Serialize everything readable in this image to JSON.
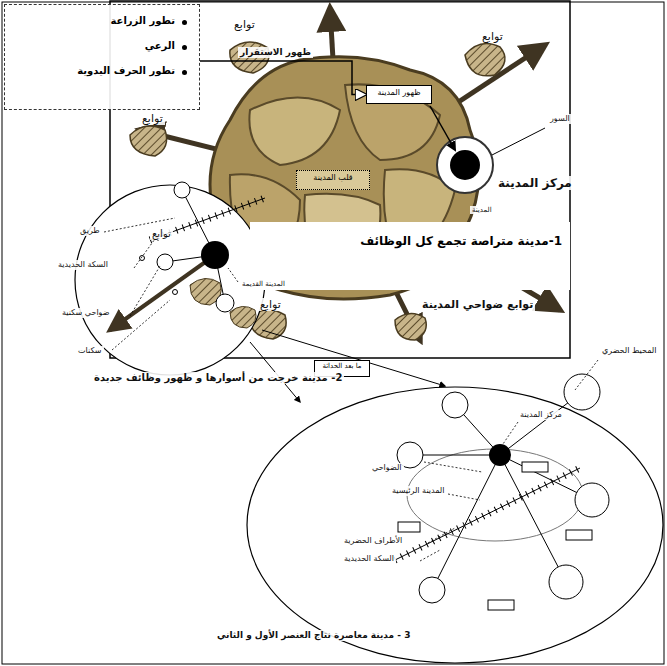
{
  "diagram": {
    "nodes": [
      {
        "text": [
          "تطور الزراعة",
          "الرعي",
          "تطور الحرف اليدوية"
        ]
      },
      {
        "text": [
          "ظهور المدينة"
        ]
      },
      {
        "text": [
          "قلب المدينة"
        ]
      },
      {
        "text": [
          "1-مدينة متراصة تجمع كل الوظائف"
        ]
      },
      {
        "text": [
          "ما بعد الحداثة"
        ]
      }
    ],
    "edges": [
      {
        "from": 0,
        "to": 1,
        "arrow": "to",
        "label": "ظهور الاستقرار"
      }
    ],
    "labels": [
      "توابع",
      "توابع",
      "توابع",
      "توابع",
      "توابع",
      "توابع ضواحي المدينة",
      "السور",
      "مركز المدينة",
      "المدينة",
      "طريق",
      "السكة الحديدية",
      "ضواحي سكنية",
      "سكنات",
      "المدينة القديمة",
      "2- مدينة خرجت من أسوارها و ظهور وظائف جديدة",
      "المحيط الحضري",
      "مركز المدينة",
      "الضواحي",
      "المدينة الرئيسية",
      "الأطراف الحضرية",
      "السكة الحديدية",
      "3 - مدينة معاصرة نتاج العنصر الأول و الثاني"
    ]
  }
}
